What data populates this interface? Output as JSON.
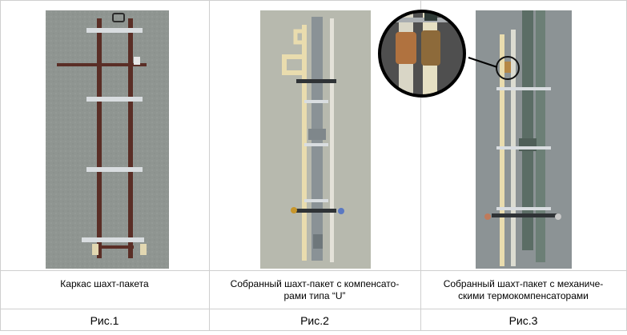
{
  "figures": [
    {
      "caption_lines": [
        "Каркас шахт-пакета"
      ],
      "label": "Рис.1",
      "photo_icon": "riser-frame-photo"
    },
    {
      "caption_lines": [
        "Собранный шахт-пакет с компенсато-",
        "рами типа “U”"
      ],
      "label": "Рис.2",
      "photo_icon": "riser-with-u-compensators-photo"
    },
    {
      "caption_lines": [
        "Собранный шахт-пакет с механиче-",
        "скими термокомпенсаторами"
      ],
      "label": "Рис.3",
      "photo_icon": "riser-with-mechanical-compensators-photo"
    }
  ],
  "colors": {
    "border": "#cfcfcf",
    "photo_bg_1": "#8f9591",
    "photo_bg_2": "#b7b9ae",
    "photo_bg_3": "#8c9395",
    "frame_steel": "#5a2e26",
    "pipe_grey": "#8a9296",
    "pipe_cream": "#e9dcae",
    "pipe_dark_green": "#5b6d65",
    "clamp_silver": "#d9dde0"
  }
}
